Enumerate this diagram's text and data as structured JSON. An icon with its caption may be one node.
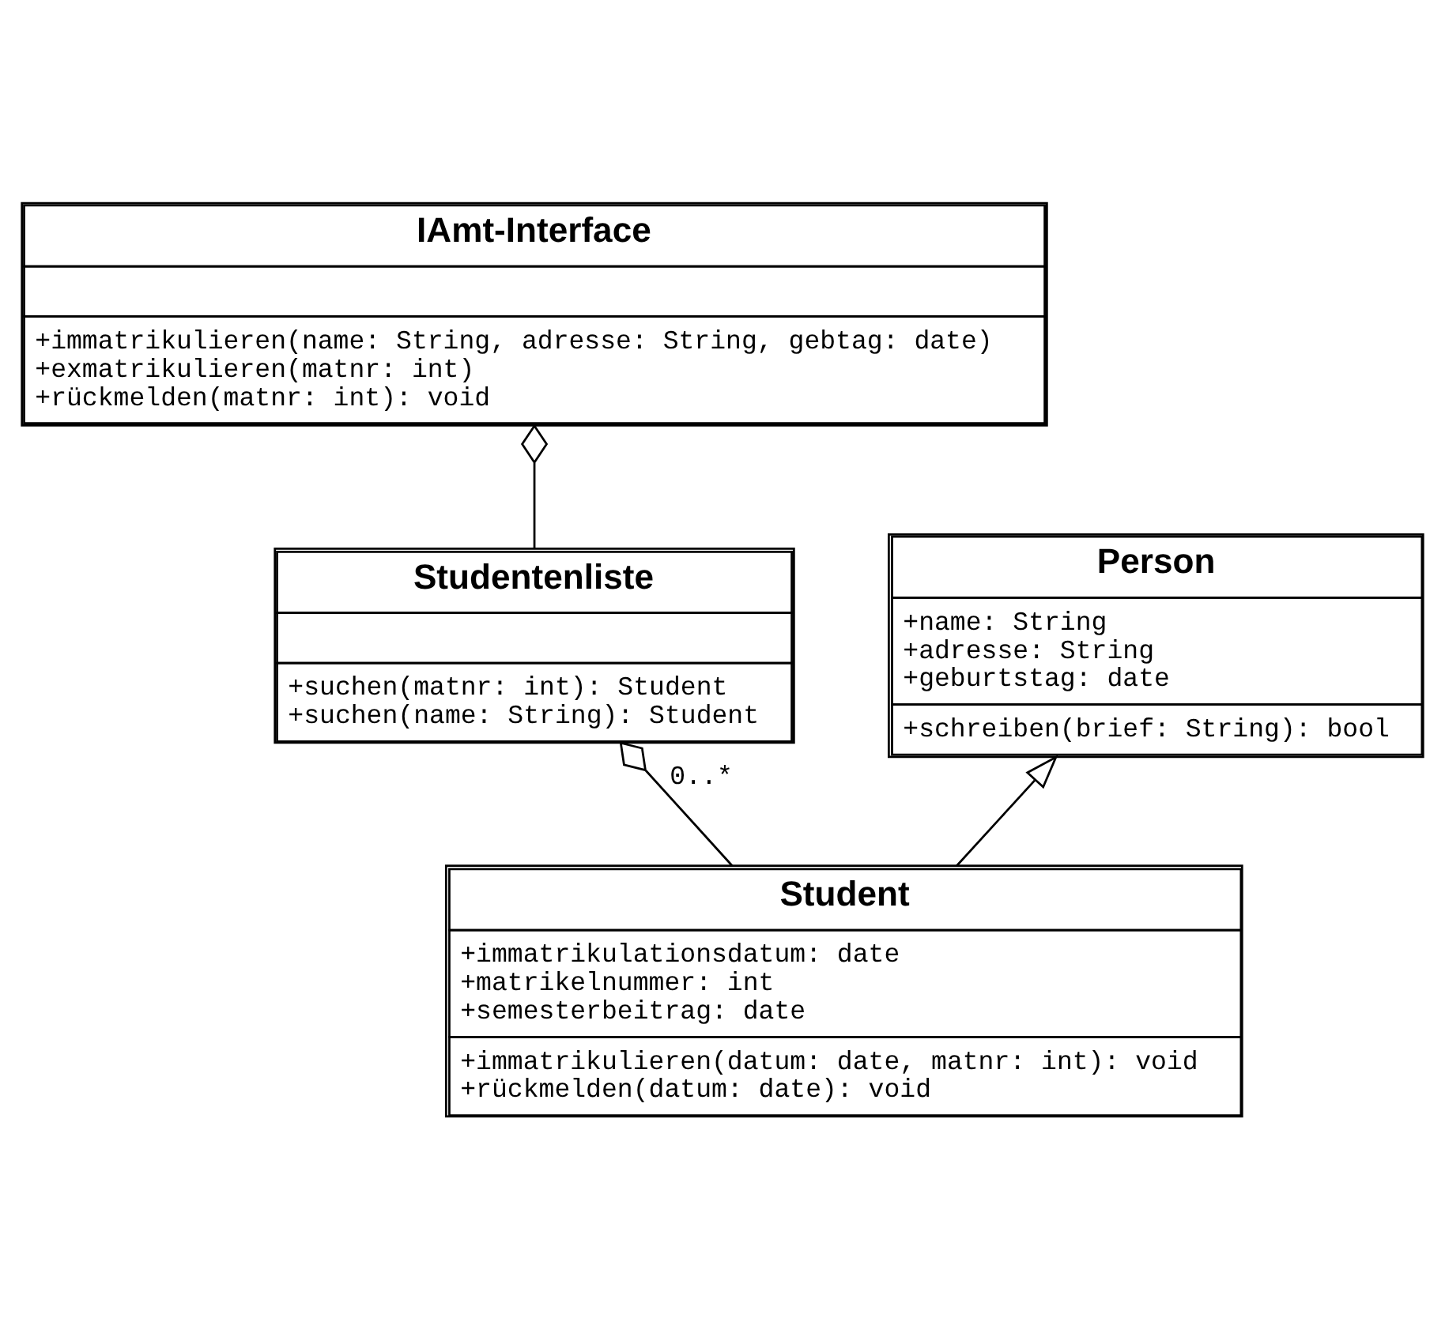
{
  "diagram": {
    "nodes": [
      {
        "text": [
          "IAmt-Interface",
          "+immatrikulieren(name: String, adresse: String, gebtag: date)",
          "+exmatrikulieren(matnr: int)",
          "+rückmelden(matnr: int): void"
        ]
      },
      {
        "text": [
          "Studentenliste",
          "+suchen(matnr: int): Student",
          "+suchen(name: String): Student"
        ]
      },
      {
        "text": [
          "Person",
          "+name: String",
          "+adresse: String",
          "+geburtstag: date",
          "+schreiben(brief: String): bool"
        ]
      },
      {
        "text": [
          "Student",
          "+immatrikulationsdatum: date",
          "+matrikelnummer: int",
          "+semesterbeitrag: date",
          "+immatrikulieren(datum: date, matnr: int): void",
          "+rückmelden(datum: date): void"
        ]
      }
    ],
    "edges": [
      {
        "from": 1,
        "to": 0,
        "arrow": "other"
      },
      {
        "from": 3,
        "to": 1,
        "arrow": "other",
        "label": "0..*"
      },
      {
        "from": 3,
        "to": 2,
        "arrow": "to"
      }
    ]
  }
}
